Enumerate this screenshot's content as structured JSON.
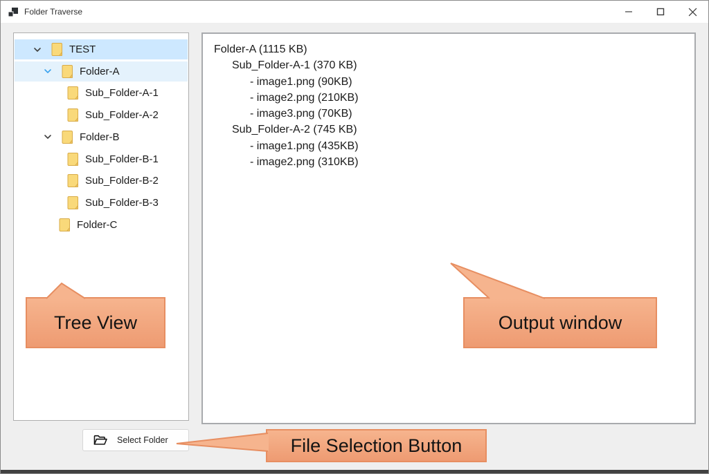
{
  "titlebar": {
    "title": "Folder Traverse"
  },
  "tree": {
    "items": [
      {
        "label": "TEST",
        "level": 0,
        "expanded": true,
        "chevron": "dark",
        "state": "selected"
      },
      {
        "label": "Folder-A",
        "level": 1,
        "expanded": true,
        "chevron": "blue",
        "state": "hovered"
      },
      {
        "label": "Sub_Folder-A-1",
        "level": 2,
        "expanded": false,
        "chevron": null,
        "state": "none"
      },
      {
        "label": "Sub_Folder-A-2",
        "level": 2,
        "expanded": false,
        "chevron": null,
        "state": "none"
      },
      {
        "label": "Folder-B",
        "level": 1,
        "expanded": true,
        "chevron": "dark",
        "state": "none"
      },
      {
        "label": "Sub_Folder-B-1",
        "level": 2,
        "expanded": false,
        "chevron": null,
        "state": "none"
      },
      {
        "label": "Sub_Folder-B-2",
        "level": 2,
        "expanded": false,
        "chevron": null,
        "state": "none"
      },
      {
        "label": "Sub_Folder-B-3",
        "level": 2,
        "expanded": false,
        "chevron": null,
        "state": "none"
      },
      {
        "label": "Folder-C",
        "level": 1,
        "expanded": false,
        "chevron": null,
        "state": "none"
      }
    ]
  },
  "output": {
    "lines": [
      {
        "indent": 0,
        "text": "Folder-A (1115 KB)"
      },
      {
        "indent": 1,
        "text": "Sub_Folder-A-1 (370 KB)"
      },
      {
        "indent": 2,
        "text": "- image1.png (90KB)"
      },
      {
        "indent": 2,
        "text": "- image2.png (210KB)"
      },
      {
        "indent": 2,
        "text": "- image3.png (70KB)"
      },
      {
        "indent": 1,
        "text": "Sub_Folder-A-2 (745 KB)"
      },
      {
        "indent": 2,
        "text": "- image1.png (435KB)"
      },
      {
        "indent": 2,
        "text": "- image2.png (310KB)"
      }
    ]
  },
  "button": {
    "label": "Select Folder"
  },
  "annotations": {
    "tree_view": "Tree View",
    "output_window": "Output window",
    "file_selection": "File Selection Button"
  },
  "colors": {
    "tree_selection": "#cde8ff",
    "tree_hover": "#e4f2fc",
    "folder_fill": "#f9d97a",
    "folder_stroke": "#d8ab48",
    "folder_fold": "#eec35f",
    "chevron_dark": "#404040",
    "chevron_blue": "#3aa3ee",
    "callout_top": "#f6b48e",
    "callout_bottom": "#ee9b72",
    "callout_border": "#e78e61"
  }
}
